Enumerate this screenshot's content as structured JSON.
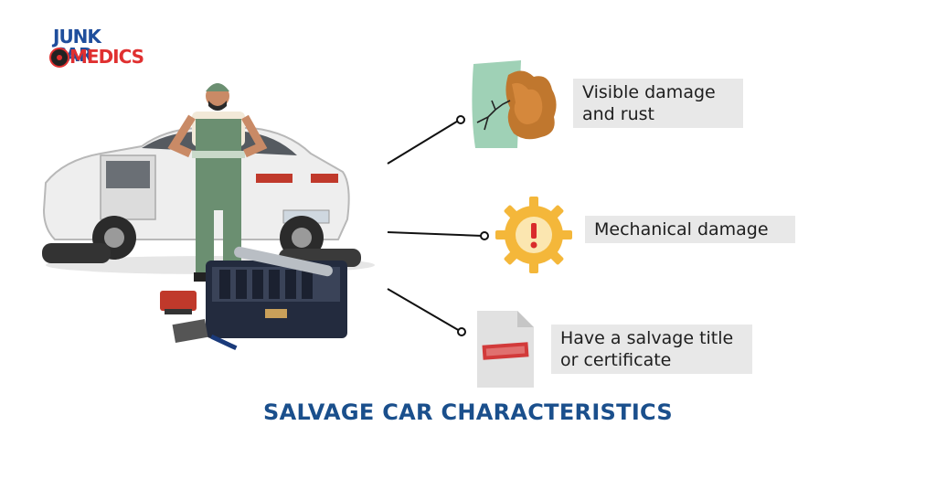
{
  "logo": {
    "line1": "JUNK CAR",
    "line2": "MEDICS"
  },
  "items": [
    {
      "icon": "rust-crack-icon",
      "lines": [
        "Visible damage",
        "and rust"
      ]
    },
    {
      "icon": "gear-warning-icon",
      "lines": [
        "Mechanical damage"
      ]
    },
    {
      "icon": "document-stamp-icon",
      "lines": [
        "Have a salvage title",
        "or certificate"
      ]
    }
  ],
  "title": "SALVAGE CAR CHARACTERISTICS",
  "colors": {
    "title": "#1a4f8c",
    "label_bg": "#e8e8e8",
    "gear": "#f4b73a",
    "rust": "#c0772e",
    "paint": "#9fd1b6",
    "stamp": "#d23a3a",
    "logo_blue": "#1f4e9c",
    "logo_red": "#e03030"
  }
}
